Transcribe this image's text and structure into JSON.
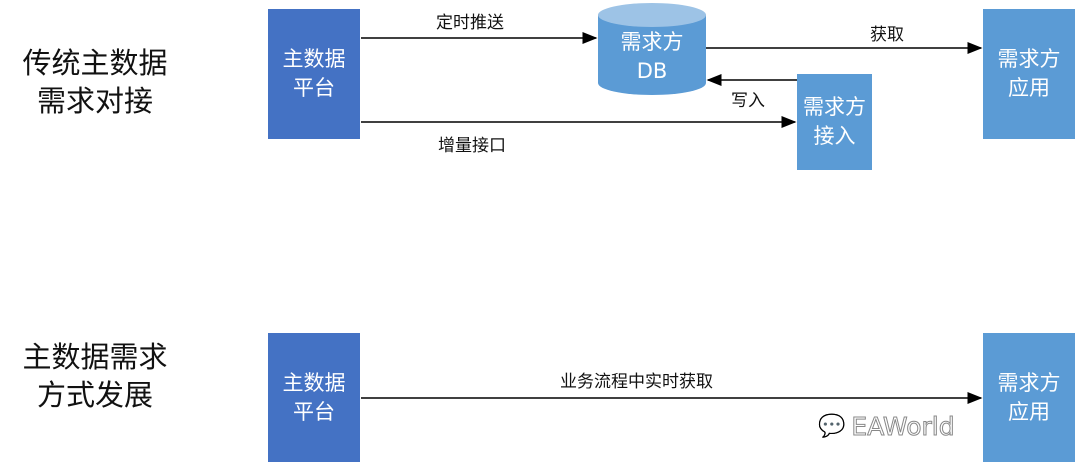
{
  "traditional": {
    "section_label": [
      "传统主数据",
      "需求对接"
    ],
    "master_platform": [
      "主数据",
      "平台"
    ],
    "demand_db": [
      "需求方",
      "DB"
    ],
    "demand_app": [
      "需求方",
      "应用"
    ],
    "demand_access": [
      "需求方",
      "接入"
    ],
    "edge_scheduled_push": "定时推送",
    "edge_fetch": "获取",
    "edge_write": "写入",
    "edge_incremental_api": "增量接口"
  },
  "development": {
    "section_label": [
      "主数据需求",
      "方式发展"
    ],
    "master_platform": [
      "主数据",
      "平台"
    ],
    "demand_app": [
      "需求方",
      "应用"
    ],
    "edge_realtime": "业务流程中实时获取"
  },
  "watermark": {
    "text": "EAWorld",
    "icon": "wechat-icon"
  },
  "colors": {
    "dark_box": "#4472C4",
    "light_box": "#5B9BD5"
  }
}
